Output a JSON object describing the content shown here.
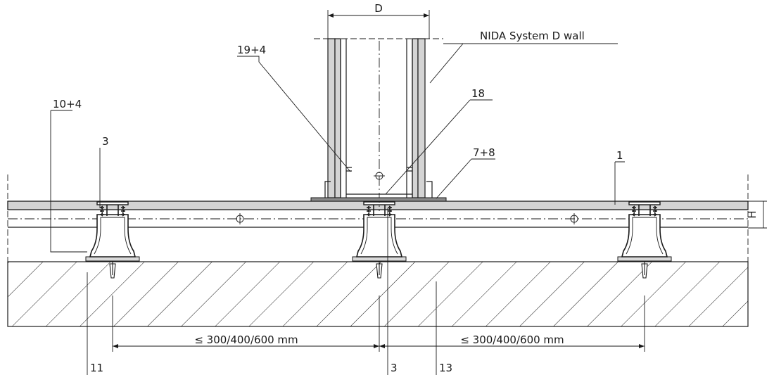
{
  "labels": {
    "dim_d": "D",
    "wall_name": "NIDA System D wall",
    "c19_4": "19+4",
    "c18": "18",
    "c10_4": "10+4",
    "c3_top": "3",
    "c7_8": "7+8",
    "c1": "1",
    "dim_h": "H",
    "span_left": "≤ 300/400/600 mm",
    "span_right": "≤ 300/400/600 mm",
    "c11": "11",
    "c3_bottom": "3",
    "c13": "13"
  }
}
